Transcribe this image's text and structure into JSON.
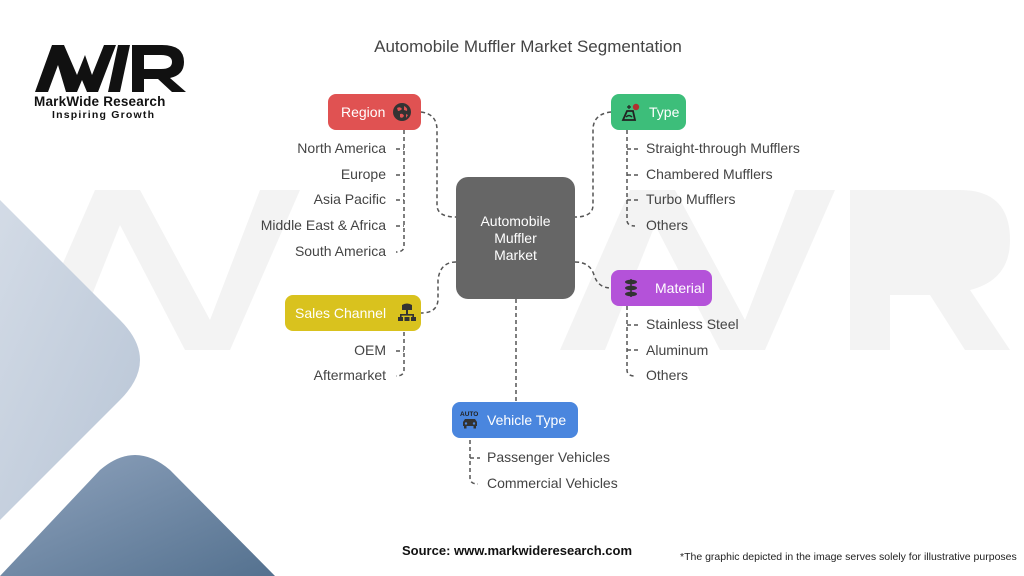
{
  "title": "Automobile Muffler Market Segmentation",
  "logo": {
    "mark": "MWR",
    "name": "MarkWide Research",
    "tagline": "Inspiring Growth"
  },
  "center": {
    "line1": "Automobile",
    "line2": "Muffler",
    "line3": "Market",
    "color": "#666666"
  },
  "segments": [
    {
      "label": "Region",
      "icon": "globe-icon",
      "color": "#E05252",
      "items": [
        "North America",
        "Europe",
        "Asia Pacific",
        "Middle East & Africa",
        "South America"
      ]
    },
    {
      "label": "Type",
      "icon": "muffler-exhaust-icon",
      "color": "#3DBE7A",
      "items": [
        "Straight-through Mufflers",
        "Chambered Mufflers",
        "Turbo Mufflers",
        "Others"
      ]
    },
    {
      "label": "Material",
      "icon": "layers-icon",
      "color": "#B452D9",
      "items": [
        "Stainless Steel",
        "Aluminum",
        "Others"
      ]
    },
    {
      "label": "Sales Channel",
      "icon": "distribution-network-icon",
      "color": "#D9C21E",
      "items": [
        "OEM",
        "Aftermarket"
      ]
    },
    {
      "label": "Vehicle Type",
      "icon": "auto-car-icon",
      "color": "#4A86DE",
      "items": [
        "Passenger Vehicles",
        "Commercial Vehicles"
      ]
    }
  ],
  "footer": {
    "source": "Source: www.markwideresearch.com",
    "note": "*The graphic depicted in the image serves solely for illustrative purposes"
  }
}
